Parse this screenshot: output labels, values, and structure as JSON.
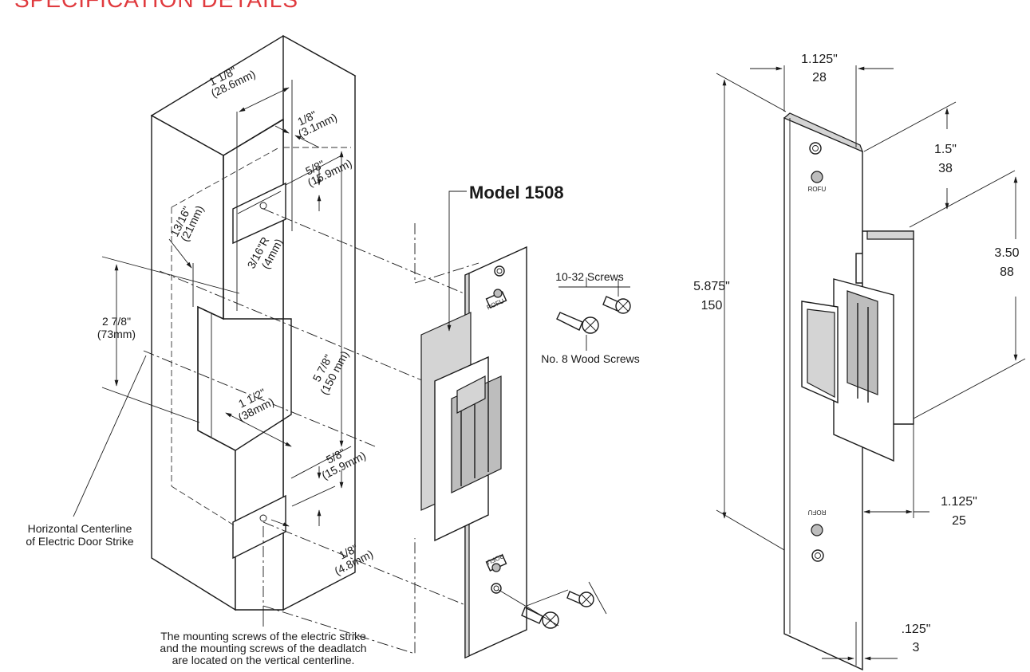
{
  "title": "SPECIFICATION DETAILS",
  "accent_color": "#e03a3e",
  "left_view": {
    "dim_top_width": {
      "line1": "1 1/8\"",
      "line2": "(28.6mm)"
    },
    "dim_top_eighth": {
      "line1": "1/8\"",
      "line2": "(3.1mm)"
    },
    "dim_upper_5_8": {
      "line1": "5/8\"",
      "line2": "(15.9mm)"
    },
    "dim_radius": {
      "line1": "3/16\"R",
      "line2": "(4mm)"
    },
    "dim_depth": {
      "line1": "13/16\"",
      "line2": "(21mm)"
    },
    "dim_height_278": {
      "line1": "2 7/8\"",
      "line2": "(73mm)"
    },
    "dim_total": {
      "line1": "5 7/8\"",
      "line2": "(150 mm)"
    },
    "dim_mid_width": {
      "line1": "1 1/2\"",
      "line2": "(38mm)"
    },
    "dim_lower_5_8": {
      "line1": "5/8\"",
      "line2": "(15.9mm)"
    },
    "dim_bottom_eighth": {
      "line1": "1/8\"",
      "line2": "(4.8mm)"
    },
    "centerline_label": {
      "line1": "Horizontal Centerline",
      "line2": "of Electric Door Strike"
    },
    "note": {
      "line1": "The mounting screws of the electric strike",
      "line2": "and the mounting screws of the deadlatch",
      "line3": "are located on the vertical centerline."
    }
  },
  "middle_view": {
    "model_label": "Model 1508",
    "screws_machine": "10-32 Screws",
    "screws_wood": "No. 8 Wood Screws",
    "brand_mark": "ROFU"
  },
  "right_view": {
    "top_width": {
      "line1": "1.125\"",
      "line2": "28"
    },
    "top_offset": {
      "line1": "1.5\"",
      "line2": "38"
    },
    "total_height": {
      "line1": "5.875\"",
      "line2": "150"
    },
    "body_height": {
      "line1": "3.50",
      "line2": "88"
    },
    "body_depth": {
      "line1": "1.125\"",
      "line2": "25"
    },
    "thickness": {
      "line1": ".125\"",
      "line2": "3"
    },
    "brand_mark": "ROFU"
  }
}
